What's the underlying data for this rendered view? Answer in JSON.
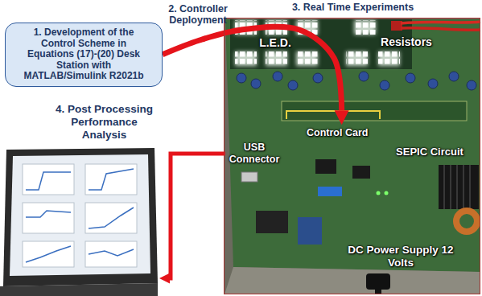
{
  "diagram": {
    "nodes": [
      {
        "text": [
          "1. Development of the Control Scheme in Equations (17)-(20) Desk Station with MATLAB/Simulink R2021b"
        ]
      },
      {
        "text": [
          "3. Real Time Experiments"
        ]
      },
      {
        "text": [
          "Control Card"
        ],
        "in": 1
      },
      {
        "text": [
          "USB Connector"
        ],
        "in": 1
      },
      {
        "text": [
          "4. Post Processing Performance Analysis"
        ]
      }
    ],
    "edges": [
      {
        "from": 0,
        "to": 2,
        "arrow": "to",
        "label": "2. Controller Deployment"
      },
      {
        "from": 3,
        "to": 4,
        "arrow": "to"
      }
    ],
    "labels": [
      "L.E.D.",
      "Resistors",
      "SEPIC Circuit",
      "DC Power Supply 12 Volts"
    ]
  }
}
